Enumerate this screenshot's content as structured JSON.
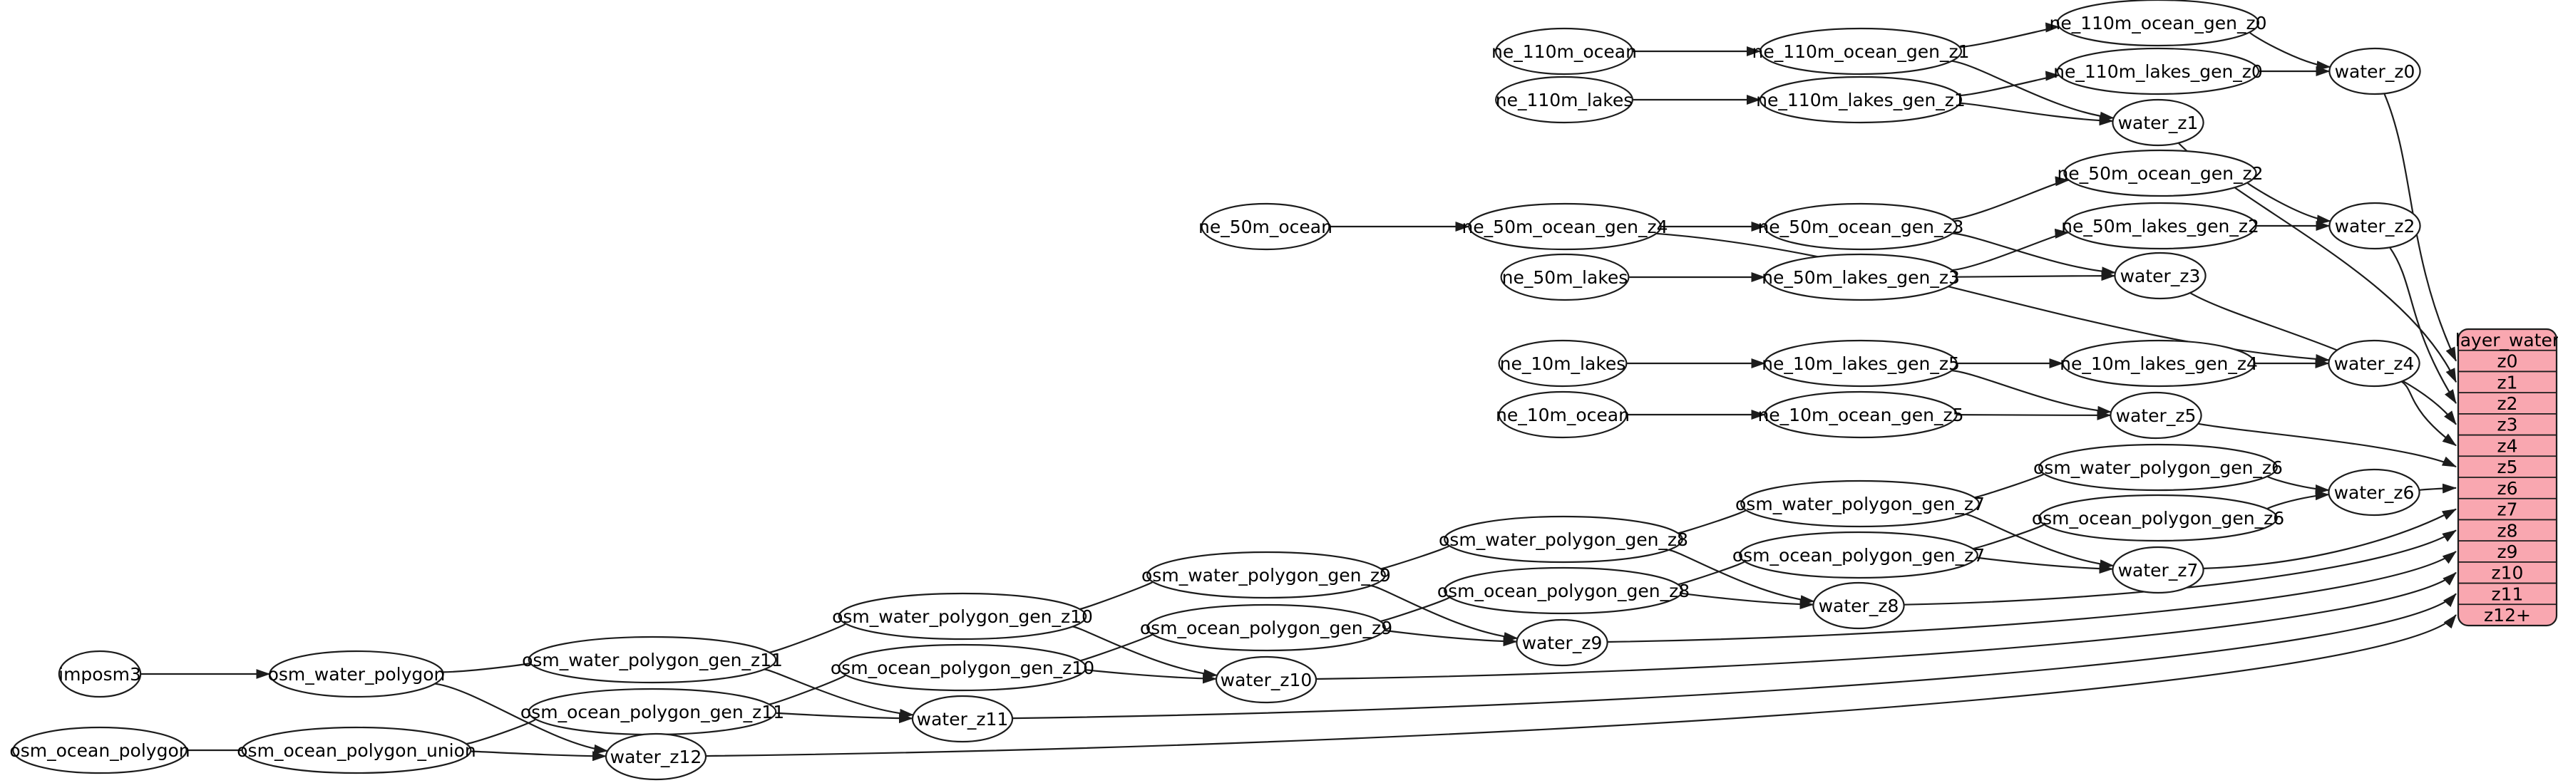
{
  "diagram": {
    "background_color": "#ffffff",
    "edge_color": "#1c1c1c",
    "node_fill": "#ffffff",
    "node_stroke": "#1c1c1c",
    "nodes": [
      {
        "id": "ne_110m_ocean",
        "label": "ne_110m_ocean"
      },
      {
        "id": "ne_110m_ocean_gen_z1",
        "label": "ne_110m_ocean_gen_z1"
      },
      {
        "id": "ne_110m_ocean_gen_z0",
        "label": "ne_110m_ocean_gen_z0"
      },
      {
        "id": "ne_110m_lakes",
        "label": "ne_110m_lakes"
      },
      {
        "id": "ne_110m_lakes_gen_z1",
        "label": "ne_110m_lakes_gen_z1"
      },
      {
        "id": "ne_110m_lakes_gen_z0",
        "label": "ne_110m_lakes_gen_z0"
      },
      {
        "id": "water_z0",
        "label": "water_z0"
      },
      {
        "id": "water_z1",
        "label": "water_z1"
      },
      {
        "id": "ne_50m_ocean",
        "label": "ne_50m_ocean"
      },
      {
        "id": "ne_50m_ocean_gen_z4",
        "label": "ne_50m_ocean_gen_z4"
      },
      {
        "id": "ne_50m_ocean_gen_z3",
        "label": "ne_50m_ocean_gen_z3"
      },
      {
        "id": "ne_50m_ocean_gen_z2",
        "label": "ne_50m_ocean_gen_z2"
      },
      {
        "id": "ne_50m_lakes",
        "label": "ne_50m_lakes"
      },
      {
        "id": "ne_50m_lakes_gen_z3",
        "label": "ne_50m_lakes_gen_z3"
      },
      {
        "id": "ne_50m_lakes_gen_z2",
        "label": "ne_50m_lakes_gen_z2"
      },
      {
        "id": "water_z2",
        "label": "water_z2"
      },
      {
        "id": "water_z3",
        "label": "water_z3"
      },
      {
        "id": "ne_10m_lakes",
        "label": "ne_10m_lakes"
      },
      {
        "id": "ne_10m_lakes_gen_z5",
        "label": "ne_10m_lakes_gen_z5"
      },
      {
        "id": "ne_10m_lakes_gen_z4",
        "label": "ne_10m_lakes_gen_z4"
      },
      {
        "id": "water_z4",
        "label": "water_z4"
      },
      {
        "id": "ne_10m_ocean",
        "label": "ne_10m_ocean"
      },
      {
        "id": "ne_10m_ocean_gen_z5",
        "label": "ne_10m_ocean_gen_z5"
      },
      {
        "id": "water_z5",
        "label": "water_z5"
      },
      {
        "id": "osm_water_polygon_gen_z6",
        "label": "osm_water_polygon_gen_z6"
      },
      {
        "id": "osm_ocean_polygon_gen_z6",
        "label": "osm_ocean_polygon_gen_z6"
      },
      {
        "id": "water_z6",
        "label": "water_z6"
      },
      {
        "id": "osm_water_polygon_gen_z7",
        "label": "osm_water_polygon_gen_z7"
      },
      {
        "id": "osm_ocean_polygon_gen_z7",
        "label": "osm_ocean_polygon_gen_z7"
      },
      {
        "id": "water_z7",
        "label": "water_z7"
      },
      {
        "id": "osm_water_polygon_gen_z8",
        "label": "osm_water_polygon_gen_z8"
      },
      {
        "id": "osm_ocean_polygon_gen_z8",
        "label": "osm_ocean_polygon_gen_z8"
      },
      {
        "id": "water_z8",
        "label": "water_z8"
      },
      {
        "id": "osm_water_polygon_gen_z9",
        "label": "osm_water_polygon_gen_z9"
      },
      {
        "id": "osm_ocean_polygon_gen_z9",
        "label": "osm_ocean_polygon_gen_z9"
      },
      {
        "id": "water_z9",
        "label": "water_z9"
      },
      {
        "id": "osm_water_polygon_gen_z10",
        "label": "osm_water_polygon_gen_z10"
      },
      {
        "id": "osm_ocean_polygon_gen_z10",
        "label": "osm_ocean_polygon_gen_z10"
      },
      {
        "id": "water_z10",
        "label": "water_z10"
      },
      {
        "id": "osm_water_polygon_gen_z11",
        "label": "osm_water_polygon_gen_z11"
      },
      {
        "id": "osm_ocean_polygon_gen_z11",
        "label": "osm_ocean_polygon_gen_z11"
      },
      {
        "id": "water_z11",
        "label": "water_z11"
      },
      {
        "id": "imposm3",
        "label": "imposm3"
      },
      {
        "id": "osm_water_polygon",
        "label": "osm_water_polygon"
      },
      {
        "id": "osm_ocean_polygon",
        "label": "osm_ocean_polygon"
      },
      {
        "id": "osm_ocean_polygon_union",
        "label": "osm_ocean_polygon_union"
      },
      {
        "id": "water_z12",
        "label": "water_z12"
      }
    ],
    "edges": [
      [
        "ne_110m_ocean",
        "ne_110m_ocean_gen_z1"
      ],
      [
        "ne_110m_ocean_gen_z1",
        "ne_110m_ocean_gen_z0"
      ],
      [
        "ne_110m_ocean_gen_z1",
        "water_z1"
      ],
      [
        "ne_110m_ocean_gen_z0",
        "water_z0"
      ],
      [
        "ne_110m_lakes",
        "ne_110m_lakes_gen_z1"
      ],
      [
        "ne_110m_lakes_gen_z1",
        "ne_110m_lakes_gen_z0"
      ],
      [
        "ne_110m_lakes_gen_z1",
        "water_z1"
      ],
      [
        "ne_110m_lakes_gen_z0",
        "water_z0"
      ],
      [
        "ne_50m_ocean",
        "ne_50m_ocean_gen_z4"
      ],
      [
        "ne_50m_ocean_gen_z4",
        "ne_50m_ocean_gen_z3"
      ],
      [
        "ne_50m_ocean_gen_z4",
        "water_z4"
      ],
      [
        "ne_50m_ocean_gen_z3",
        "ne_50m_ocean_gen_z2"
      ],
      [
        "ne_50m_ocean_gen_z3",
        "water_z3"
      ],
      [
        "ne_50m_ocean_gen_z2",
        "water_z2"
      ],
      [
        "ne_50m_lakes",
        "ne_50m_lakes_gen_z3"
      ],
      [
        "ne_50m_lakes_gen_z3",
        "ne_50m_lakes_gen_z2"
      ],
      [
        "ne_50m_lakes_gen_z3",
        "water_z3"
      ],
      [
        "ne_50m_lakes_gen_z2",
        "water_z2"
      ],
      [
        "ne_10m_lakes",
        "ne_10m_lakes_gen_z5"
      ],
      [
        "ne_10m_lakes_gen_z5",
        "ne_10m_lakes_gen_z4"
      ],
      [
        "ne_10m_lakes_gen_z5",
        "water_z5"
      ],
      [
        "ne_10m_lakes_gen_z4",
        "water_z4"
      ],
      [
        "ne_10m_ocean",
        "ne_10m_ocean_gen_z5"
      ],
      [
        "ne_10m_ocean_gen_z5",
        "water_z5"
      ],
      [
        "imposm3",
        "osm_water_polygon"
      ],
      [
        "osm_water_polygon",
        "osm_water_polygon_gen_z11"
      ],
      [
        "osm_water_polygon",
        "water_z12"
      ],
      [
        "osm_ocean_polygon",
        "osm_ocean_polygon_union"
      ],
      [
        "osm_ocean_polygon_union",
        "osm_ocean_polygon_gen_z11"
      ],
      [
        "osm_ocean_polygon_union",
        "water_z12"
      ],
      [
        "osm_water_polygon_gen_z11",
        "osm_water_polygon_gen_z10"
      ],
      [
        "osm_water_polygon_gen_z11",
        "water_z11"
      ],
      [
        "osm_ocean_polygon_gen_z11",
        "osm_ocean_polygon_gen_z10"
      ],
      [
        "osm_ocean_polygon_gen_z11",
        "water_z11"
      ],
      [
        "osm_water_polygon_gen_z10",
        "osm_water_polygon_gen_z9"
      ],
      [
        "osm_water_polygon_gen_z10",
        "water_z10"
      ],
      [
        "osm_ocean_polygon_gen_z10",
        "osm_ocean_polygon_gen_z9"
      ],
      [
        "osm_ocean_polygon_gen_z10",
        "water_z10"
      ],
      [
        "osm_water_polygon_gen_z9",
        "osm_water_polygon_gen_z8"
      ],
      [
        "osm_water_polygon_gen_z9",
        "water_z9"
      ],
      [
        "osm_ocean_polygon_gen_z9",
        "osm_ocean_polygon_gen_z8"
      ],
      [
        "osm_ocean_polygon_gen_z9",
        "water_z9"
      ],
      [
        "osm_water_polygon_gen_z8",
        "osm_water_polygon_gen_z7"
      ],
      [
        "osm_water_polygon_gen_z8",
        "water_z8"
      ],
      [
        "osm_ocean_polygon_gen_z8",
        "osm_ocean_polygon_gen_z7"
      ],
      [
        "osm_ocean_polygon_gen_z8",
        "water_z8"
      ],
      [
        "osm_water_polygon_gen_z7",
        "osm_water_polygon_gen_z6"
      ],
      [
        "osm_water_polygon_gen_z7",
        "water_z7"
      ],
      [
        "osm_ocean_polygon_gen_z7",
        "osm_ocean_polygon_gen_z6"
      ],
      [
        "osm_ocean_polygon_gen_z7",
        "water_z7"
      ],
      [
        "osm_water_polygon_gen_z6",
        "water_z6"
      ],
      [
        "osm_ocean_polygon_gen_z6",
        "water_z6"
      ]
    ],
    "table_edges": [
      [
        "water_z0",
        "z0"
      ],
      [
        "water_z1",
        "z1"
      ],
      [
        "water_z2",
        "z2"
      ],
      [
        "water_z3",
        "z3"
      ],
      [
        "water_z4",
        "z4"
      ],
      [
        "water_z5",
        "z5"
      ],
      [
        "water_z6",
        "z6"
      ],
      [
        "water_z7",
        "z7"
      ],
      [
        "water_z8",
        "z8"
      ],
      [
        "water_z9",
        "z9"
      ],
      [
        "water_z10",
        "z10"
      ],
      [
        "water_z11",
        "z11"
      ],
      [
        "water_z12",
        "z12+"
      ]
    ],
    "table": {
      "title": "layer_water",
      "rows": [
        "z0",
        "z1",
        "z2",
        "z3",
        "z4",
        "z5",
        "z6",
        "z7",
        "z8",
        "z9",
        "z10",
        "z11",
        "z12+"
      ],
      "fill": "#f9a7b0",
      "stroke": "#1c1c1c"
    }
  }
}
